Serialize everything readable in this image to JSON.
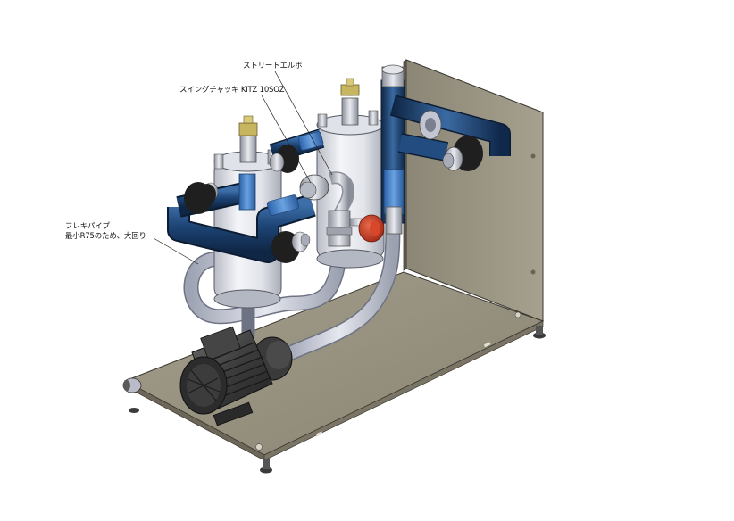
{
  "colors": {
    "pipe_blue": "#16375f",
    "pipe_blue_highlight": "#3d6ea8",
    "fitting_light_blue": "#3a78c0",
    "flex_pipe": "#c8ccd8",
    "housing_silver": "#e6e8ee",
    "base_plate": "#8f8a79",
    "frame_panel": "#9a9482",
    "motor_dark": "#3a3a3a",
    "valve_red": "#c8321e",
    "brass": "#c8b560"
  },
  "annotations": {
    "straight_elbow": "ストリートエルボ",
    "swing_check": "スイングチャッキ KITZ 10SOZ",
    "flex_pipe_line1": "フレキパイプ",
    "flex_pipe_line2": "最小R75のため、大回り"
  }
}
